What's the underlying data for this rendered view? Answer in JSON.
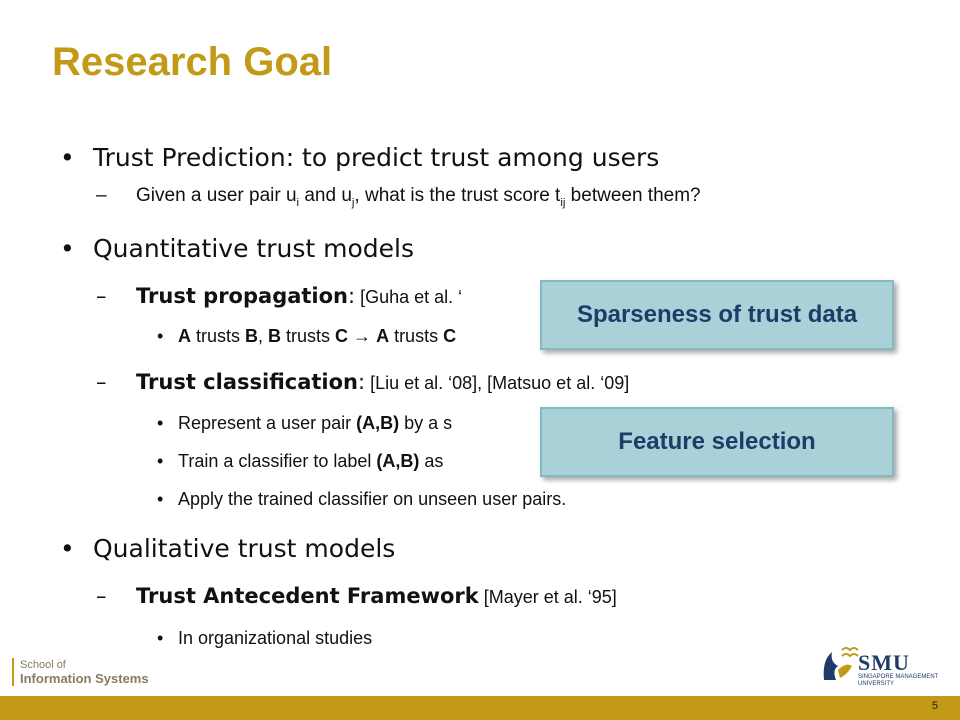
{
  "title": "Research Goal",
  "bullets": {
    "b1": {
      "label": "Trust Prediction: to predict trust among users"
    },
    "b1_1": {
      "p1": "Given a user pair u",
      "s1": "i",
      "p2": " and u",
      "s2": "j",
      "p3": ", what is the trust score t",
      "s3": "ij",
      "p4": " between them?"
    },
    "b2": {
      "label": "Quantitative trust models"
    },
    "b2_1": {
      "bold": "Trust propagation",
      "colon": ":",
      "ref": " [Guha et al. ‘"
    },
    "b2_1_1": {
      "t1": "A",
      "t2": " trusts ",
      "t3": "B",
      "t4": ", ",
      "t5": "B",
      "t6": " trusts ",
      "t7": "C",
      "t8": " → ",
      "t9": "A",
      "t10": " trusts ",
      "t11": "C"
    },
    "b2_2": {
      "bold": "Trust classification",
      "colon": ":",
      "ref": " [Liu et al. ‘08], [Matsuo et al. ‘09]"
    },
    "b2_2_1": {
      "t1": "Represent a user pair ",
      "t2": "(A,B)",
      "t3": " by a s"
    },
    "b2_2_2": {
      "t1": "Train a classifier to label ",
      "t2": "(A,B)",
      "t3": " as"
    },
    "b2_2_3": {
      "label": "Apply the trained classifier on unseen user pairs."
    },
    "b3": {
      "label": "Qualitative trust models"
    },
    "b3_1": {
      "bold": "Trust Antecedent Framework",
      "ref": " [Mayer et al. ‘95]"
    },
    "b3_1_1": {
      "label": "In organizational studies"
    }
  },
  "callouts": {
    "c1": "Sparseness of trust data",
    "c2": "Feature selection"
  },
  "markers": {
    "bullet": "•",
    "dash": "–"
  },
  "footer": {
    "school_line1": "School of",
    "school_line2": "Information Systems",
    "smu": "SMU",
    "smu_sub": "SINGAPORE MANAGEMENT UNIVERSITY",
    "page_number": "5"
  },
  "colors": {
    "title": "#c29a18",
    "bar": "#c29a18",
    "callout_bg": "#a9d1d8",
    "callout_text": "#1f3b67"
  }
}
